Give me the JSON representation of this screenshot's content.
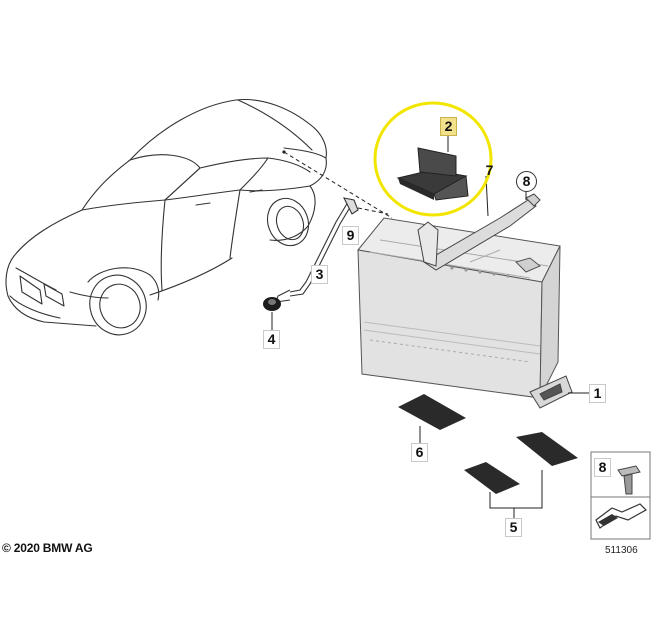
{
  "callouts": {
    "c1": "1",
    "c2": "2",
    "c3": "3",
    "c4": "4",
    "c5": "5",
    "c6": "6",
    "c7": "7",
    "c8": "8",
    "c9": "9",
    "legend_8": "8"
  },
  "footer": {
    "copyright": "© 2020 BMW AG",
    "image_number": "511306"
  },
  "colors": {
    "highlight_ring": "#f2e600",
    "highlight_tag": "#f3e08a",
    "line": "#222222",
    "battery_fill": "#e6e6e6",
    "pad_fill": "#2a2a2a"
  }
}
